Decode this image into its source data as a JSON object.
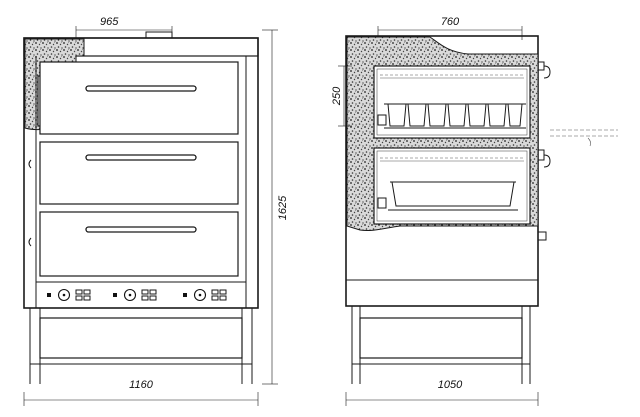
{
  "front_view": {
    "dim_top": "965",
    "dim_height": "1625",
    "dim_width": "1160"
  },
  "side_view": {
    "dim_top": "760",
    "dim_tray": "250",
    "dim_width": "1050"
  }
}
